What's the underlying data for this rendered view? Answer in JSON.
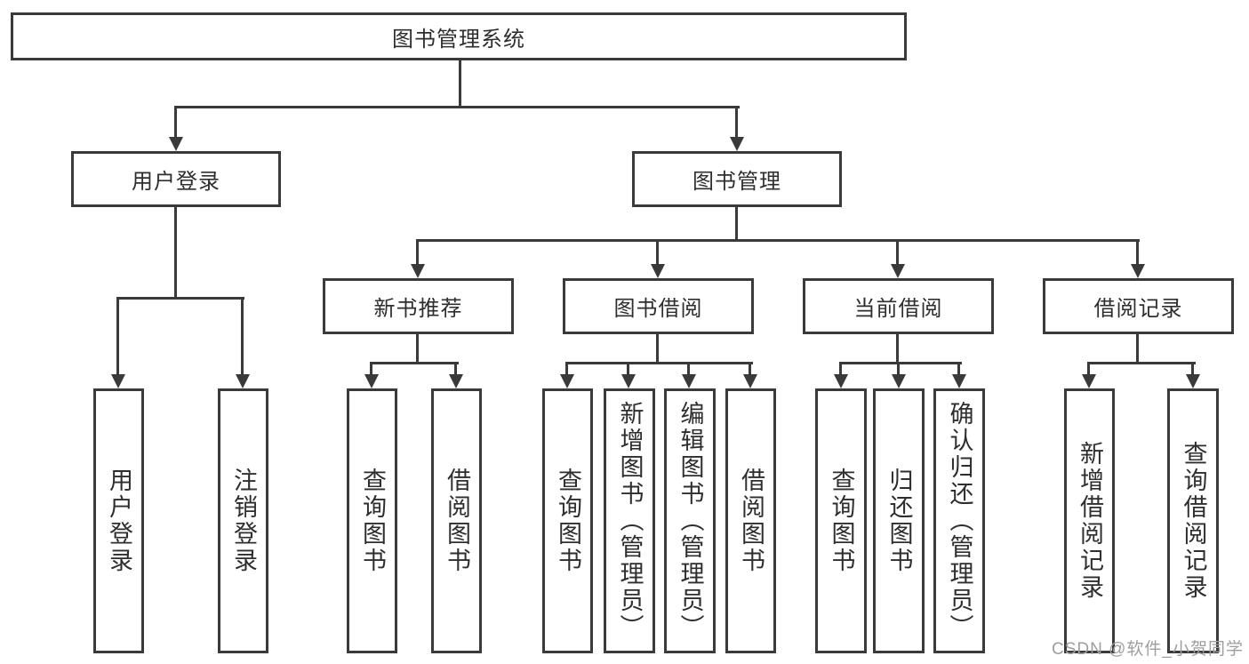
{
  "diagram_title": "图书管理系统",
  "watermark": "CSDN @软件_小贺同学",
  "colors": {
    "line": "#3a3a3a",
    "text": "#2e2e2e",
    "watermark": "#9e9e9e",
    "background": "#ffffff"
  },
  "nodes": {
    "root": {
      "label": "图书管理系统"
    },
    "level1": [
      {
        "label": "用户登录",
        "parent": "图书管理系统"
      },
      {
        "label": "图书管理",
        "parent": "图书管理系统"
      }
    ],
    "level2": [
      {
        "label": "新书推荐",
        "parent": "图书管理"
      },
      {
        "label": "图书借阅",
        "parent": "图书管理"
      },
      {
        "label": "当前借阅",
        "parent": "图书管理"
      },
      {
        "label": "借阅记录",
        "parent": "图书管理"
      }
    ],
    "level3": [
      {
        "label": "用户登录",
        "parent": "用户登录"
      },
      {
        "label": "注销登录",
        "parent": "用户登录"
      },
      {
        "label": "查询图书",
        "parent": "新书推荐"
      },
      {
        "label": "借阅图书",
        "parent": "新书推荐"
      },
      {
        "label": "查询图书",
        "parent": "图书借阅"
      },
      {
        "label": "新增图书（管理员）",
        "parent": "图书借阅"
      },
      {
        "label": "编辑图书（管理员）",
        "parent": "图书借阅"
      },
      {
        "label": "借阅图书",
        "parent": "图书借阅"
      },
      {
        "label": "查询图书",
        "parent": "当前借阅"
      },
      {
        "label": "归还图书",
        "parent": "当前借阅"
      },
      {
        "label": "确认归还（管理员）",
        "parent": "当前借阅"
      },
      {
        "label": "新增借阅记录",
        "parent": "借阅记录"
      },
      {
        "label": "查询借阅记录",
        "parent": "借阅记录"
      }
    ]
  }
}
